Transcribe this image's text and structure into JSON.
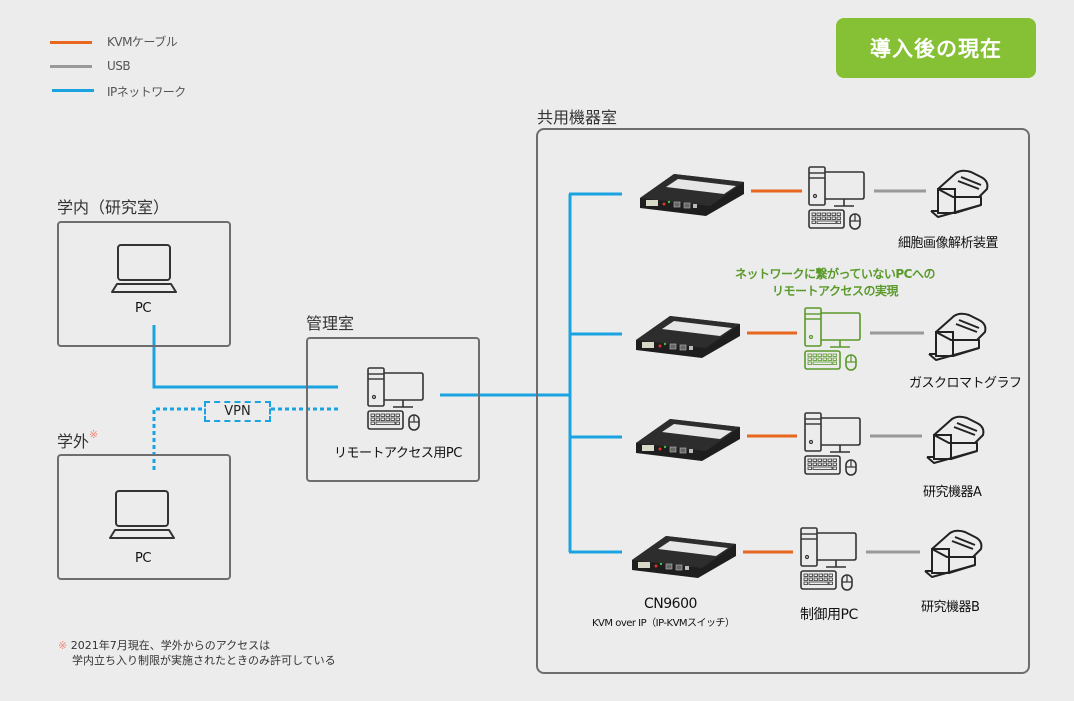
{
  "legend": [
    {
      "label": "KVMケーブル",
      "color": "#e8661e"
    },
    {
      "label": "USB",
      "color": "#999999"
    },
    {
      "label": "IPネットワーク",
      "color": "#1aa3e0"
    }
  ],
  "badge": {
    "label": "導入後の現在",
    "color": "#86c035"
  },
  "rooms": {
    "campus_lab": {
      "title": "学内（研究室）",
      "device_label": "PC"
    },
    "off_campus": {
      "title": "学外",
      "title_mark": "※",
      "device_label": "PC"
    },
    "admin_room": {
      "title": "管理室",
      "device_label": "リモートアクセス用PC"
    },
    "shared_room": {
      "title": "共用機器室"
    }
  },
  "vpn_label": "VPN",
  "rows": [
    {
      "equipment": "細胞画像解析装置",
      "pc_highlight": false
    },
    {
      "equipment": "ガスクロマトグラフ",
      "pc_highlight": true
    },
    {
      "equipment": "研究機器A",
      "pc_highlight": false
    },
    {
      "equipment": "研究機器B",
      "pc_highlight": false
    }
  ],
  "highlight_note": {
    "line1": "ネットワークに繋がっていないPCへの",
    "line2": "リモートアクセスの実現",
    "color": "#5a9a2a"
  },
  "kvm_device": {
    "model": "CN9600",
    "description": "KVM over IP（IP-KVMスイッチ）"
  },
  "control_pc_label": "制御用PC",
  "footnote": {
    "mark": "※",
    "line1": "2021年7月現在、学外からのアクセスは",
    "line2": "学内立ち入り制限が実施されたときのみ許可している"
  },
  "colors": {
    "kvm_cable": "#e8661e",
    "usb": "#999999",
    "ip_network": "#1aa3e0",
    "box_border": "#6e6e6e",
    "background": "#ececec"
  }
}
